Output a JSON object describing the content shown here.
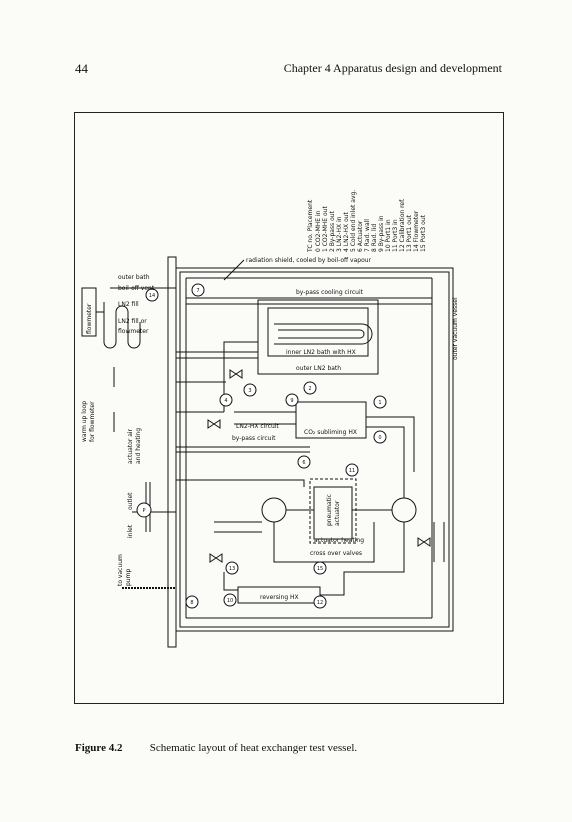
{
  "header": {
    "page_number": "44",
    "chapter": "Chapter 4 Apparatus design and development"
  },
  "diagram": {
    "legend": {
      "title": "TC no. Placement",
      "items": [
        "0 CO2-MHE in",
        "1 CO2-MHE out",
        "2 By-pass out",
        "3 LN2-HX in",
        "4 LN2-HX out",
        "5 Cold end inlet avg.",
        "6 Actuator",
        "7 Rad. wall",
        "8 Rad. lid",
        "9 By-pass in",
        "10 Port1 in",
        "11 Port3 in",
        "12 Calibration ref.",
        "13 Port1 out",
        "14 Flowmeter",
        "15 Port3 out"
      ]
    },
    "labels": {
      "radiation_shield": "radiation shield, cooled by boil-off vapour",
      "outer_bath": "outer bath",
      "boiloff_vent": "boil-off vent",
      "ln2_fill": "LN2 fill",
      "ln2_fill_or": "LN2 fill or",
      "flowmeter_label": "flowmeter",
      "flowmeter_box": "flowmeter",
      "bypass_cooling": "by-pass cooling circuit",
      "inner_bath": "inner LN2 bath with HX",
      "outer_bath_box": "outer LN2 bath",
      "ln2_hx": "LN2-HX circuit",
      "bypass_circuit": "by-pass circuit",
      "co2_hx": "CO₂ subliming HX",
      "pneumatic": "pneumatic",
      "actuator": "actuator",
      "actuator_heating": "actuator heating",
      "crossover": "cross over valves",
      "reversing_hx": "reversing HX",
      "outer_vacuum": "outer vacuum vessel",
      "warm_up_1": "warm up loop",
      "warm_up_2": "for flowmeter",
      "actuator_air_1": "actuator air",
      "actuator_air_2": "and heating",
      "outlet": "outlet",
      "inlet": "inlet",
      "vacuum_1": "to vacuum",
      "vacuum_2": "pump"
    },
    "tc_markers": {
      "t14": "14",
      "t7": "7",
      "t4": "4",
      "t3": "3",
      "t9": "9",
      "t2": "2",
      "t1": "1",
      "t0": "0",
      "t6": "6",
      "tP1": "P",
      "t11": "11",
      "t15": "15",
      "t13": "13",
      "t10": "10",
      "t8": "8",
      "t12": "12"
    }
  },
  "caption": {
    "label": "Figure 4.2",
    "text": "Schematic layout of heat exchanger test vessel."
  }
}
